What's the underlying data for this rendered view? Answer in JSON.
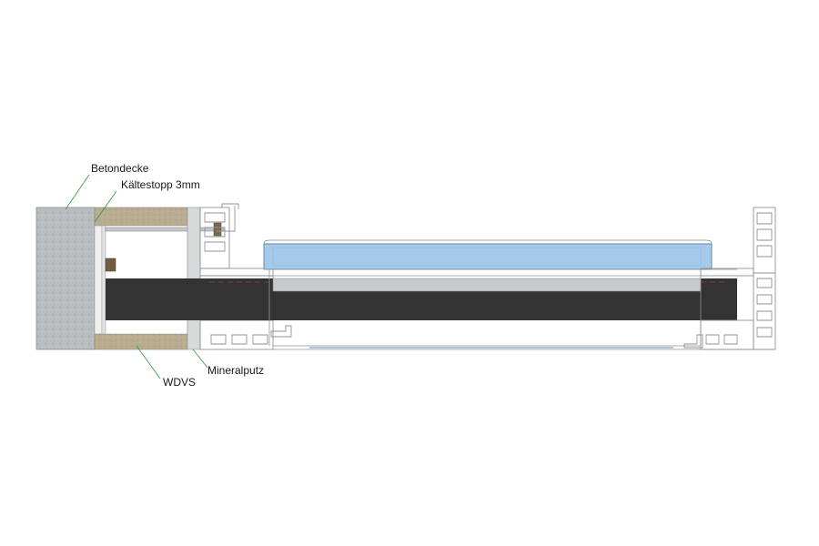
{
  "labels": {
    "betondecke": "Betondecke",
    "kaeltestopp": "Kältestopp 3mm",
    "wdvs": "WDVS",
    "mineralputz": "Mineralputz"
  },
  "colors": {
    "concrete": "#b8bcbf",
    "insulation": "#b8ab8e",
    "dark_panel": "#333333",
    "glass": "#a5c9ea",
    "leader": "#2e9a3a"
  }
}
